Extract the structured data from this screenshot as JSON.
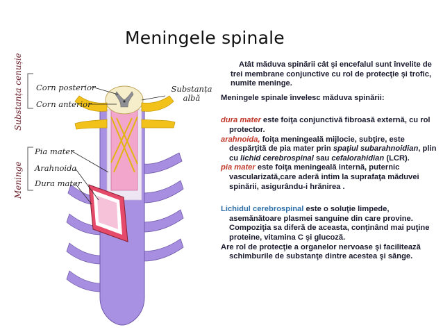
{
  "title": "Meningele spinale",
  "figure": {
    "group_top": "Substanța cenușie",
    "group_bottom": "Meninge",
    "labels": {
      "corn_posterior": "Corn posterior",
      "corn_anterior": "Corn anterior",
      "substanta_alba": "Substanța albă",
      "pia_mater": "Pia mater",
      "arahnoida": "Arahnoida",
      "dura_mater": "Dura mater"
    }
  },
  "text": {
    "intro": "Atât măduva spinării cât şi encefalul sunt învelite de trei membrane conjunctive cu rol de protecţie şi trofic, numite meninge.",
    "cover": "Meningele spinale învelesc măduva spinării:",
    "dura": {
      "term": "dura mater",
      "rest": " este foiţa conjunctivă fibroasă externă, cu rol protector."
    },
    "arahnoida": {
      "term": "arahnoida,",
      "part1": " foiţa meningeală mijlocie, subţire, este despărţită de pia mater prin ",
      "spatiu": "spaţiul subarahnoidian",
      "part2": ", plin cu ",
      "lichid": "lichid cerebrospinal",
      "part3": "  sau ",
      "cefalo": "cefalorahidian",
      "part4": " (LCR)."
    },
    "pia": {
      "term": "pia mater",
      "rest": " este foiţa meningeală internă, puternic vascularizată,care aderă intim la suprafaţa măduvei spinării, asigurându-i hrănirea ."
    },
    "lcr": {
      "term": "Lichidul cerebrospinal",
      "rest": " este o soluţie limpede, asemănătoare plasmei sanguine din care provine. Compoziţia sa diferă de aceasta, conţinând mai puţine proteine, vitamina C şi glucoză."
    },
    "role": "Are rol de protecţie a organelor nervoase şi facilitează schimburile de substanţe dintre  acestea şi sânge."
  },
  "colors": {
    "dura": "#9b8fd4",
    "arahnoida": "#e9dff0",
    "pia": "#f2a6c9",
    "nerve": "#f2c21b",
    "label_group": "#6b1f2a",
    "term_red": "#c0392b",
    "term_blue": "#2e6fa8"
  }
}
